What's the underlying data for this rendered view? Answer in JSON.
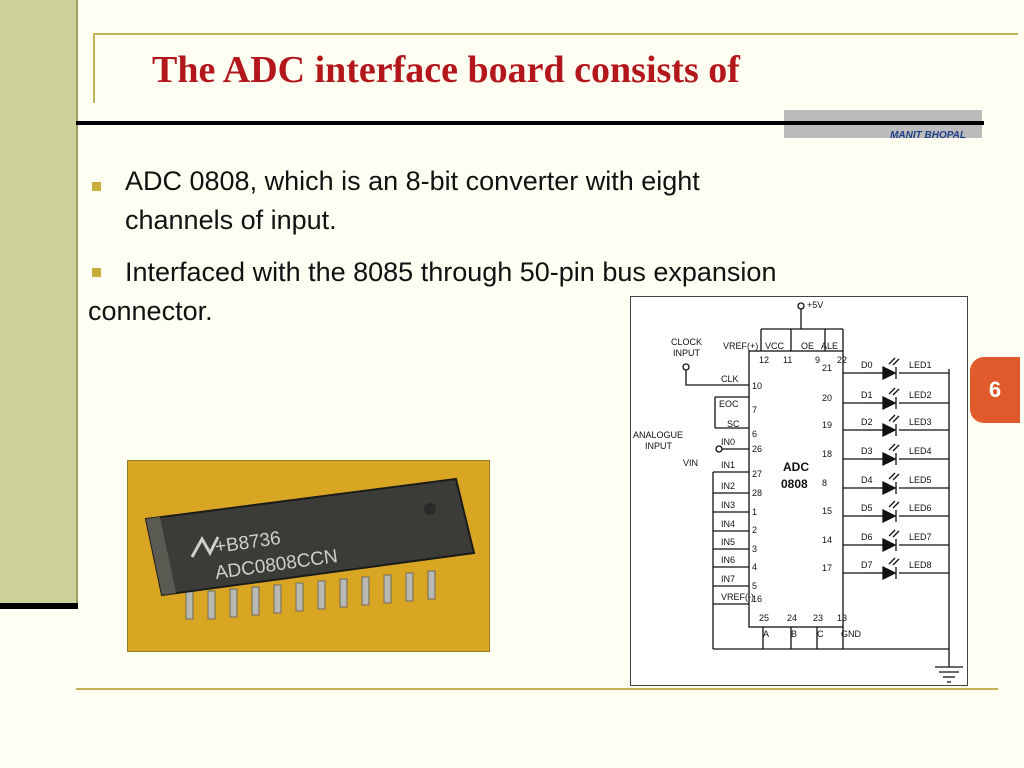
{
  "title": "The ADC interface board consists of",
  "footer_label": "MANIT BHOPAL",
  "page_number": "6",
  "bullets": [
    {
      "lines": [
        "ADC 0808, which is an 8-bit converter with eight",
        "channels of input."
      ]
    },
    {
      "lines": [
        "Interfaced with the 8085 through 50-pin bus expansion",
        "connector."
      ]
    }
  ],
  "chip_photo": {
    "line1": "+B8736",
    "line2": "ADC0808CCN"
  },
  "schematic": {
    "supply": "+5V",
    "clock_label_1": "CLOCK",
    "clock_label_2": "INPUT",
    "analogue_label_1": "ANALOGUE",
    "analogue_label_2": "INPUT",
    "vin": "VIN",
    "vref_plus": "VREF(+)",
    "vcc": "VCC",
    "oe": "OE",
    "ale": "ALE",
    "top_pins": [
      "12",
      "11",
      "9",
      "22"
    ],
    "clk": "CLK",
    "eoc": "EOC",
    "sc": "SC",
    "left_inputs": [
      "IN0",
      "IN1",
      "IN2",
      "IN3",
      "IN4",
      "IN5",
      "IN6",
      "IN7",
      "VREF(-)"
    ],
    "left_pins": [
      "10",
      "7",
      "6",
      "26",
      "27",
      "28",
      "1",
      "2",
      "3",
      "4",
      "5",
      "16"
    ],
    "chip_name_1": "ADC",
    "chip_name_2": "0808",
    "outputs": [
      "D0",
      "D1",
      "D2",
      "D3",
      "D4",
      "D5",
      "D6",
      "D7"
    ],
    "right_pins": [
      "21",
      "20",
      "19",
      "18",
      "8",
      "15",
      "14",
      "17"
    ],
    "leds": [
      "LED1",
      "LED2",
      "LED3",
      "LED4",
      "LED5",
      "LED6",
      "LED7",
      "LED8"
    ],
    "bottom_pins": [
      "25",
      "24",
      "23",
      "13"
    ],
    "bottom_labels": [
      "A",
      "B",
      "C",
      "GND"
    ]
  },
  "colors": {
    "title": "#b3161b",
    "accent": "#c8ad3a",
    "band": "#cdd29a",
    "badge": "#e05a2c"
  }
}
